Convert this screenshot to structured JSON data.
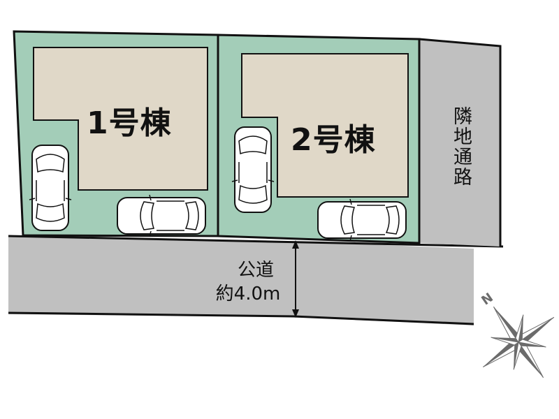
{
  "map": {
    "colors": {
      "lot_green": "#a3cdb8",
      "building_beige": "#e0d8c8",
      "road_gray": "#c0c0c0",
      "outline": "#111111",
      "compass_gray": "#6b6b6b"
    },
    "lots": [
      {
        "label": "1号棟",
        "parking_spaces": 2
      },
      {
        "label": "2号棟",
        "parking_spaces": 2
      }
    ],
    "side_path": {
      "label": "隣地通路"
    },
    "public_road": {
      "label_line1": "公道",
      "label_line2": "約4.0m"
    },
    "compass": {
      "label": "N"
    }
  }
}
